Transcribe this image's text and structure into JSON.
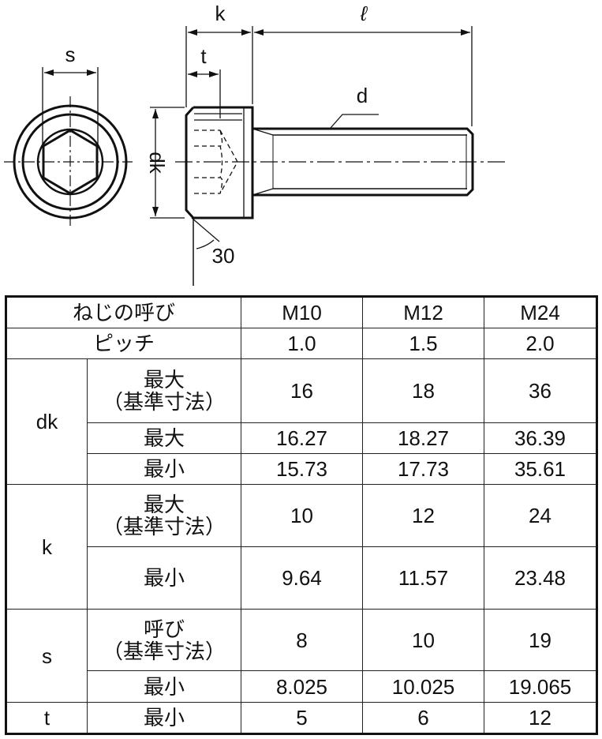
{
  "drawing": {
    "labels": {
      "s": "s",
      "k": "k",
      "t": "t",
      "l": "ℓ",
      "d": "d",
      "dk": "dk",
      "angle": "30"
    }
  },
  "table": {
    "header": {
      "label": "ねじの呼び",
      "sizes": [
        "M10",
        "M12",
        "M24"
      ]
    },
    "pitch": {
      "label": "ピッチ",
      "values": [
        "1.0",
        "1.5",
        "2.0"
      ]
    },
    "dk": {
      "label": "dk",
      "rows": [
        {
          "sub_line1": "最大",
          "sub_line2": "（基準寸法）",
          "values": [
            "16",
            "18",
            "36"
          ]
        },
        {
          "sub_line1": "最大",
          "values": [
            "16.27",
            "18.27",
            "36.39"
          ]
        },
        {
          "sub_line1": "最小",
          "values": [
            "15.73",
            "17.73",
            "35.61"
          ]
        }
      ]
    },
    "k": {
      "label": "k",
      "rows": [
        {
          "sub_line1": "最大",
          "sub_line2": "（基準寸法）",
          "values": [
            "10",
            "12",
            "24"
          ]
        },
        {
          "sub_line1": "最小",
          "values": [
            "9.64",
            "11.57",
            "23.48"
          ]
        }
      ]
    },
    "s": {
      "label": "s",
      "rows": [
        {
          "sub_line1": "呼び",
          "sub_line2": "（基準寸法）",
          "values": [
            "8",
            "10",
            "19"
          ]
        },
        {
          "sub_line1": "最小",
          "values": [
            "8.025",
            "10.025",
            "19.065"
          ]
        }
      ]
    },
    "t": {
      "label": "t",
      "rows": [
        {
          "sub_line1": "最小",
          "values": [
            "5",
            "6",
            "12"
          ]
        }
      ]
    }
  }
}
